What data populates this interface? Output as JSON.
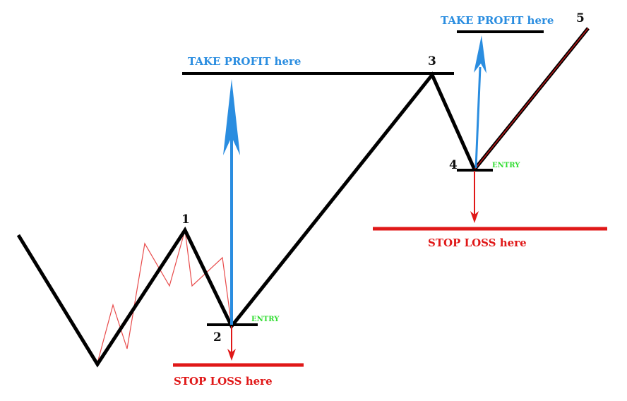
{
  "labels": {
    "wave_1": "1",
    "wave_2": "2",
    "wave_3": "3",
    "wave_4": "4",
    "wave_5": "5",
    "take_profit_1": "TAKE PROFIT here",
    "take_profit_2": "TAKE PROFIT here",
    "stop_loss_1": "STOP LOSS here",
    "stop_loss_2": "STOP LOSS here",
    "entry_1": "ENTRY",
    "entry_2": "ENTRY"
  },
  "colors": {
    "wave": "#000000",
    "take_profit": "#2a8de0",
    "stop_loss": "#e01818",
    "entry": "#33dd33",
    "zigzag": "#e84a4a",
    "wave5_line": "#c01818"
  }
}
